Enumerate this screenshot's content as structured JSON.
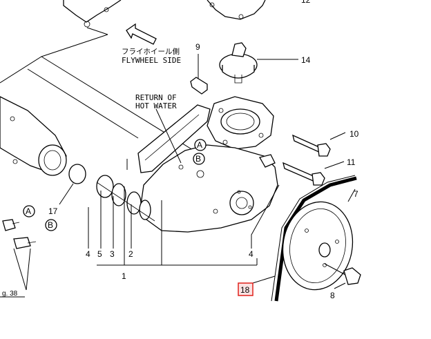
{
  "labels": {
    "flywheel_jp": "フライホイール側",
    "flywheel_en": "FLYWHEEL SIDE",
    "return_line1": "RETURN OF",
    "return_line2": "HOT WATER",
    "marker_a": "A",
    "marker_b": "B",
    "fig_ref": "g. 38"
  },
  "parts": {
    "p1": "1",
    "p2": "2",
    "p3": "3",
    "p4_left": "4",
    "p4_right": "4",
    "p5": "5",
    "p7": "7",
    "p8": "8",
    "p9": "9",
    "p10": "10",
    "p11": "11",
    "p12": "12",
    "p14": "14",
    "p17": "17",
    "p18": "18"
  },
  "colors": {
    "highlight": "#e0211b",
    "line": "#000000",
    "background": "#ffffff"
  }
}
